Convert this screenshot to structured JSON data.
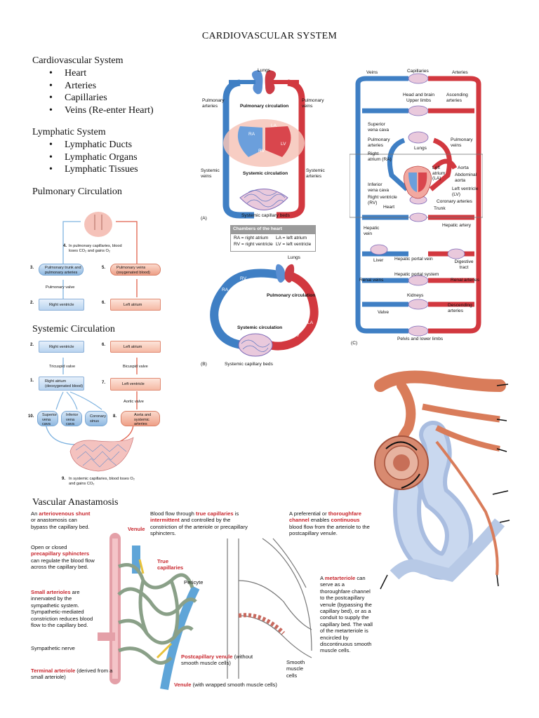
{
  "title": "CARDIOVASCULAR SYSTEM",
  "cardio": {
    "heading": "Cardiovascular System",
    "items": [
      "Heart",
      "Arteries",
      "Capillaries",
      "Veins (Re-enter Heart)"
    ]
  },
  "lymph": {
    "heading": "Lymphatic System",
    "items": [
      "Lymphatic Ducts",
      "Lymphatic Organs",
      "Lymphatic Tissues"
    ]
  },
  "pulmonary_heading": "Pulmonary Circulation",
  "systemic_heading": "Systemic Circulation",
  "vascular_heading": "Vascular Anastamosis",
  "pulm_diagram": {
    "n4": "4.",
    "t4": "In pulmonary capillaries, blood loses CO₂ and gains O₂",
    "n3": "3.",
    "t3": "Pulmonary trunk and pulmonary arteries",
    "n5": "5.",
    "t5": "Pulmonary veins (oxygenated blood)",
    "valve": "Pulmonary valve",
    "n2": "2.",
    "t2": "Right ventricle",
    "n6": "6.",
    "t6": "Left atrium"
  },
  "sys_diagram": {
    "n2": "2.",
    "t2": "Right ventricle",
    "n6": "6.",
    "t6": "Left atrium",
    "tricuspid": "Tricuspid valve",
    "bicuspid": "Bicuspid valve",
    "n1": "1.",
    "t1": "Right atrium (deoxygenated blood)",
    "n7": "7.",
    "t7": "Left ventricle",
    "aortic": "Aortic valve",
    "n10": "10.",
    "svc": "Superior vena cava",
    "ivc": "Inferior vena cava",
    "cs": "Coronary sinus",
    "n8": "8.",
    "t8": "Aorta and systemic arteries",
    "n9": "9.",
    "t9": "In systemic capillaries, blood loses O₂ and gains CO₂"
  },
  "figA": {
    "lungs": "Lungs",
    "pa": "Pulmonary arteries",
    "pv": "Pulmonary veins",
    "pc": "Pulmonary circulation",
    "ra": "RA",
    "la": "LA",
    "rv": "RV",
    "lv": "LV",
    "sv": "Systemic veins",
    "sa": "Systemic arteries",
    "sc": "Systemic circulation",
    "beds": "Systemic capillary beds",
    "label": "(A)"
  },
  "chambers": {
    "title": "Chambers of the heart",
    "ra": "RA = right atrium",
    "la": "LA = left atrium",
    "rv": "RV = right ventricle",
    "lv": "LV = left ventricle"
  },
  "figB": {
    "lungs": "Lungs",
    "pc": "Pulmonary circulation",
    "rv": "RV",
    "ra": "RA",
    "la": "LA",
    "lv": "LV",
    "sc": "Systemic circulation",
    "beds": "Systemic capillary beds",
    "label": "(B)"
  },
  "figC": {
    "veins": "Veins",
    "capillaries": "Capillaries",
    "arteries": "Arteries",
    "head": "Head and brain\nUpper limbs",
    "asc": "Ascending arteries",
    "svc": "Superior vena cava",
    "pa": "Pulmonary arteries",
    "pv": "Pulmonary veins",
    "lungs": "Lungs",
    "ra": "Right atrium (RA)",
    "latr": "Left atrium (LA)",
    "aorta": "Aorta",
    "abd": "Abdominal aorta",
    "ivc": "Inferior vena cava",
    "rv": "Right ventricle (RV)",
    "lv": "Left ventricle (LV)",
    "heart": "Heart",
    "coronary": "Coronary arteries",
    "trunk": "Trunk",
    "hepvein": "Hepatic vein",
    "hepart": "Hepatic artery",
    "liver": "Liver",
    "hpv": "Hepatic portal vein",
    "dig": "Digestive tract",
    "hps": "Hepatic portal system",
    "renv": "Renal veins",
    "rena": "Renal arteries",
    "kidneys": "Kidneys",
    "valve": "Valve",
    "desc": "Descending arteries",
    "pelvis": "Pelvis and lower limbs",
    "label": "(C)"
  },
  "vasc": {
    "shunt_pre": "An ",
    "shunt_red": "arteriovenous shunt",
    "shunt_post": " or anastomosis can bypass the capillary bed.",
    "open_pre": "Open or closed ",
    "open_red": "precapillary sphincters",
    "open_post": " can regulate the blood flow across the capillary bed.",
    "small_red": "Small arterioles",
    "small_post": " are innervated by the sympathetic system. Sympathetic-mediated constriction reduces blood flow to the capillary bed.",
    "symp": "Sympathetic nerve",
    "term_red": "Terminal arteriole",
    "term_post": " (derived from a small arteriole)",
    "venule": "Venule",
    "true_cap": "True capillaries",
    "pericyte": "Pericyte",
    "flow_1": "Blood flow through ",
    "flow_red1": "true capillaries",
    "flow_2": " is ",
    "flow_red2": "intermittent",
    "flow_3": " and controlled by the constriction of the arteriole or precapillary sphincters.",
    "post_red": "Postcapillary venule",
    "post_post": " (without smooth muscle cells)",
    "venule2_red": "Venule",
    "venule2_post": " (with wrapped smooth muscle cells)",
    "pref_1": "A preferential or ",
    "pref_red1": "thoroughfare channel",
    "pref_2": " enables ",
    "pref_red2": "continuous",
    "pref_3": " blood flow from the arteriole to the postcapillary venule.",
    "meta_1": "A ",
    "meta_red": "metarteriole",
    "meta_2": " can serve as a thoroughfare channel to the postcapillary venule (bypassing the capillary bed), or as a conduit to supply the capillary bed. The wall of the metarteriole is encircled by discontinuous smooth muscle cells.",
    "smooth": "Smooth muscle cells"
  },
  "colors": {
    "artery": "#d2383f",
    "vein": "#3f7fc4",
    "accent_red": "#c8262d"
  }
}
